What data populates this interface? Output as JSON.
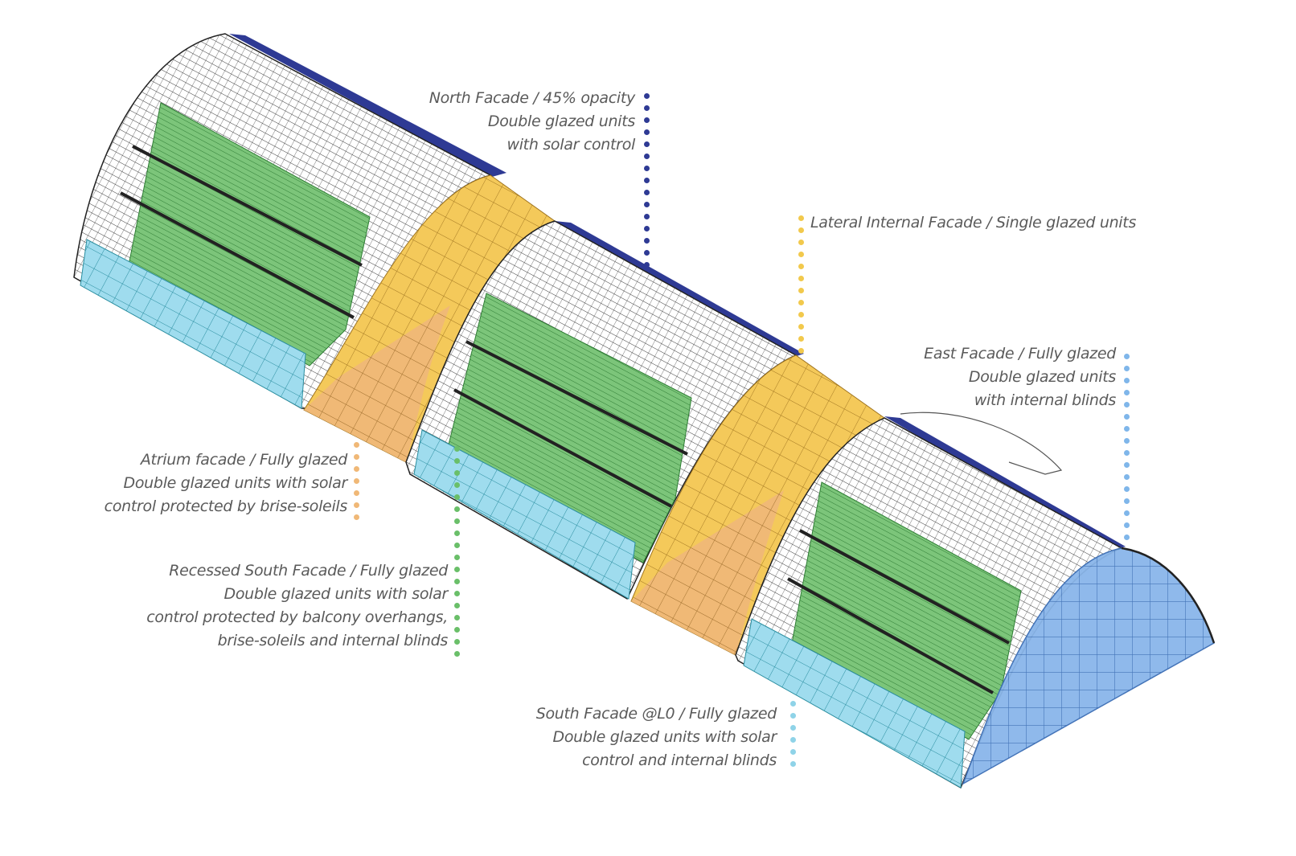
{
  "diagram": {
    "type": "axonometric facade strategy diagram",
    "colors": {
      "north_facade": "#2e3a94",
      "lateral_internal": "#f2c94c",
      "atrium": "#f0b877",
      "recessed_south": "#6abf69",
      "south_l0": "#8fd3e8",
      "east_facade": "#6fa3e0",
      "structure_line": "#222222",
      "text": "#5a5a5a"
    }
  },
  "labels": [
    {
      "id": "north",
      "color": "#2e3a94",
      "lines": [
        "North Facade / 45% opacity",
        "Double glazed units",
        "with solar control"
      ]
    },
    {
      "id": "lateral",
      "color": "#f2c94c",
      "lines": [
        "Lateral Internal Facade / Single glazed units"
      ]
    },
    {
      "id": "east",
      "color": "#7fb6ea",
      "lines": [
        "East Facade / Fully glazed",
        "Double glazed units",
        "with internal blinds"
      ]
    },
    {
      "id": "atrium",
      "color": "#f0b877",
      "lines": [
        "Atrium facade / Fully glazed",
        "Double glazed units with solar",
        "control protected by brise-soleils"
      ]
    },
    {
      "id": "recessed_south",
      "color": "#6abf69",
      "lines": [
        "Recessed South Facade / Fully glazed",
        "Double glazed units with solar",
        "control protected by balcony overhangs,",
        "brise-soleils and internal blinds"
      ]
    },
    {
      "id": "south_l0",
      "color": "#8fd3e8",
      "lines": [
        "South Facade @L0 / Fully glazed",
        "Double glazed units with solar",
        "control and internal blinds"
      ]
    }
  ]
}
